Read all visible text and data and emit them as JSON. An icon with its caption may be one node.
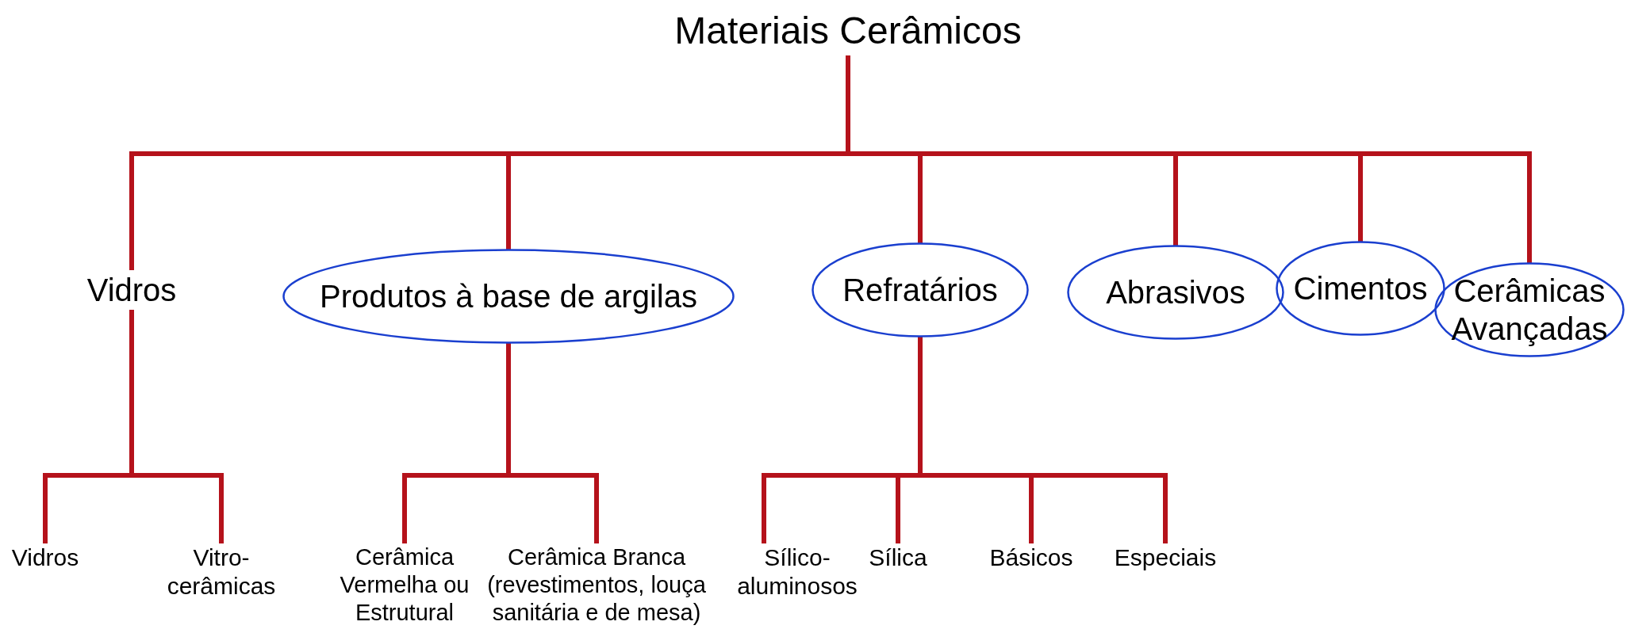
{
  "diagram": {
    "nodes": [
      {
        "text": [
          "Materiais Cerâmicos"
        ]
      },
      {
        "text": [
          "Vidros"
        ]
      },
      {
        "text": [
          "Produtos à base de argilas"
        ]
      },
      {
        "text": [
          "Refratários"
        ]
      },
      {
        "text": [
          "Abrasivos"
        ]
      },
      {
        "text": [
          "Cimentos"
        ]
      },
      {
        "text": [
          "Cerâmicas Avançadas"
        ]
      },
      {
        "text": [
          "Vidros"
        ]
      },
      {
        "text": [
          "Vitro-cerâmicas"
        ]
      },
      {
        "text": [
          "Cerâmica Vermelha ou Estrutural"
        ]
      },
      {
        "text": [
          "Cerâmica Branca (revestimentos, louça sanitária e de mesa)"
        ]
      },
      {
        "text": [
          "Sílico-aluminosos"
        ]
      },
      {
        "text": [
          "Sílica"
        ]
      },
      {
        "text": [
          "Básicos"
        ]
      },
      {
        "text": [
          "Especiais"
        ]
      }
    ],
    "edges": [
      {
        "from": 0,
        "to": 1,
        "arrow": "none"
      },
      {
        "from": 0,
        "to": 2,
        "arrow": "none"
      },
      {
        "from": 0,
        "to": 3,
        "arrow": "none"
      },
      {
        "from": 0,
        "to": 4,
        "arrow": "none"
      },
      {
        "from": 0,
        "to": 5,
        "arrow": "none"
      },
      {
        "from": 0,
        "to": 6,
        "arrow": "none"
      },
      {
        "from": 1,
        "to": 7,
        "arrow": "none"
      },
      {
        "from": 1,
        "to": 8,
        "arrow": "none"
      },
      {
        "from": 2,
        "to": 9,
        "arrow": "none"
      },
      {
        "from": 2,
        "to": 10,
        "arrow": "none"
      },
      {
        "from": 3,
        "to": 11,
        "arrow": "none"
      },
      {
        "from": 3,
        "to": 12,
        "arrow": "none"
      },
      {
        "from": 3,
        "to": 13,
        "arrow": "none"
      },
      {
        "from": 3,
        "to": 14,
        "arrow": "none"
      }
    ]
  }
}
